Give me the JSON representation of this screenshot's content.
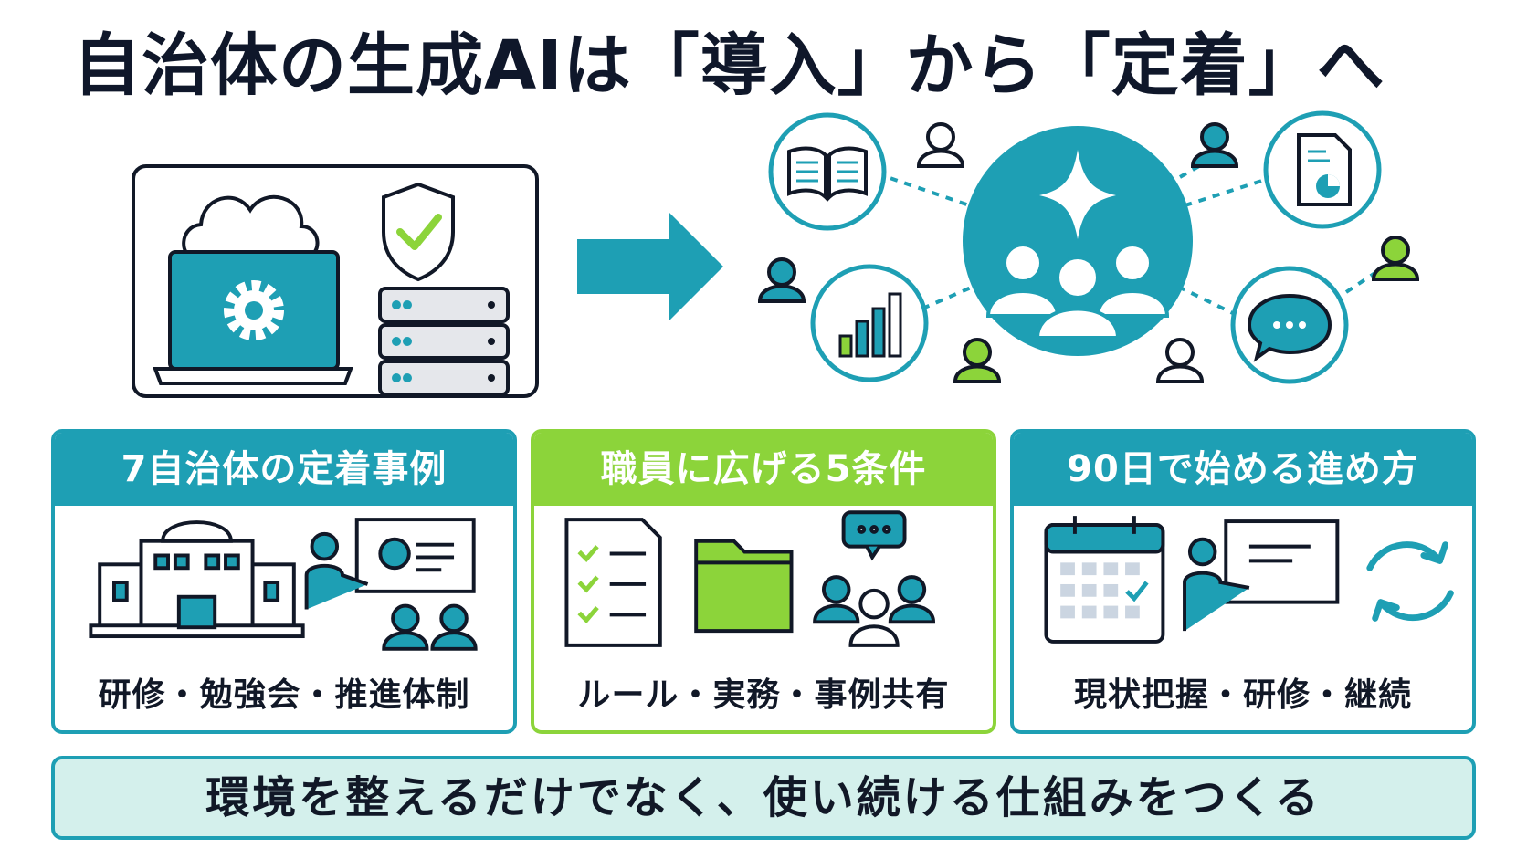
{
  "title": "自治体の生成AIは「導入」から「定着」へ",
  "cards": [
    {
      "header": "7自治体の定着事例",
      "footer": "研修・勉強会・推進体制"
    },
    {
      "header": "職員に広げる5条件",
      "footer": "ルール・実務・事例共有"
    },
    {
      "header": "90日で始める進め方",
      "footer": "現状把握・研修・継続"
    }
  ],
  "banner": "環境を整えるだけでなく、使い続ける仕組みをつくる",
  "colors": {
    "teal": "#1e9fb4",
    "green": "#8cd43a",
    "mint": "#d4f0ec",
    "dark": "#111827"
  },
  "icons": {
    "top_left": [
      "cloud-icon",
      "laptop-icon",
      "gear-icon",
      "shield-check-icon",
      "server-icon"
    ],
    "arrow": "arrow-right-icon",
    "hub": [
      "sparkle-icon",
      "people-group-icon",
      "book-icon",
      "document-chart-icon",
      "bar-chart-icon",
      "chat-bubble-icon",
      "person-icon"
    ],
    "card1": [
      "city-hall-icon",
      "presenter-icon"
    ],
    "card2": [
      "checklist-icon",
      "folder-icon",
      "team-chat-icon"
    ],
    "card3": [
      "calendar-icon",
      "presenter-icon",
      "cycle-icon"
    ]
  }
}
